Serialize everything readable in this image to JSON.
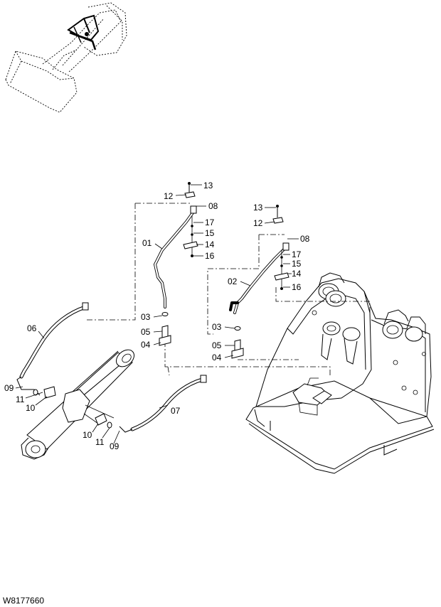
{
  "drawing_code": "W8177660",
  "callouts": {
    "c01": "01",
    "c02": "02",
    "c03a": "03",
    "c03b": "03",
    "c04a": "04",
    "c04b": "04",
    "c05a": "05",
    "c05b": "05",
    "c06": "06",
    "c07": "07",
    "c08a": "08",
    "c08b": "08",
    "c09a": "09",
    "c09b": "09",
    "c10a": "10",
    "c10b": "10",
    "c11a": "11",
    "c11b": "11",
    "c12a": "12",
    "c12b": "12",
    "c13a": "13",
    "c13b": "13",
    "c14a": "14",
    "c14b": "14",
    "c15a": "15",
    "c15b": "15",
    "c16a": "16",
    "c16b": "16",
    "c17a": "17",
    "c17b": "17"
  }
}
